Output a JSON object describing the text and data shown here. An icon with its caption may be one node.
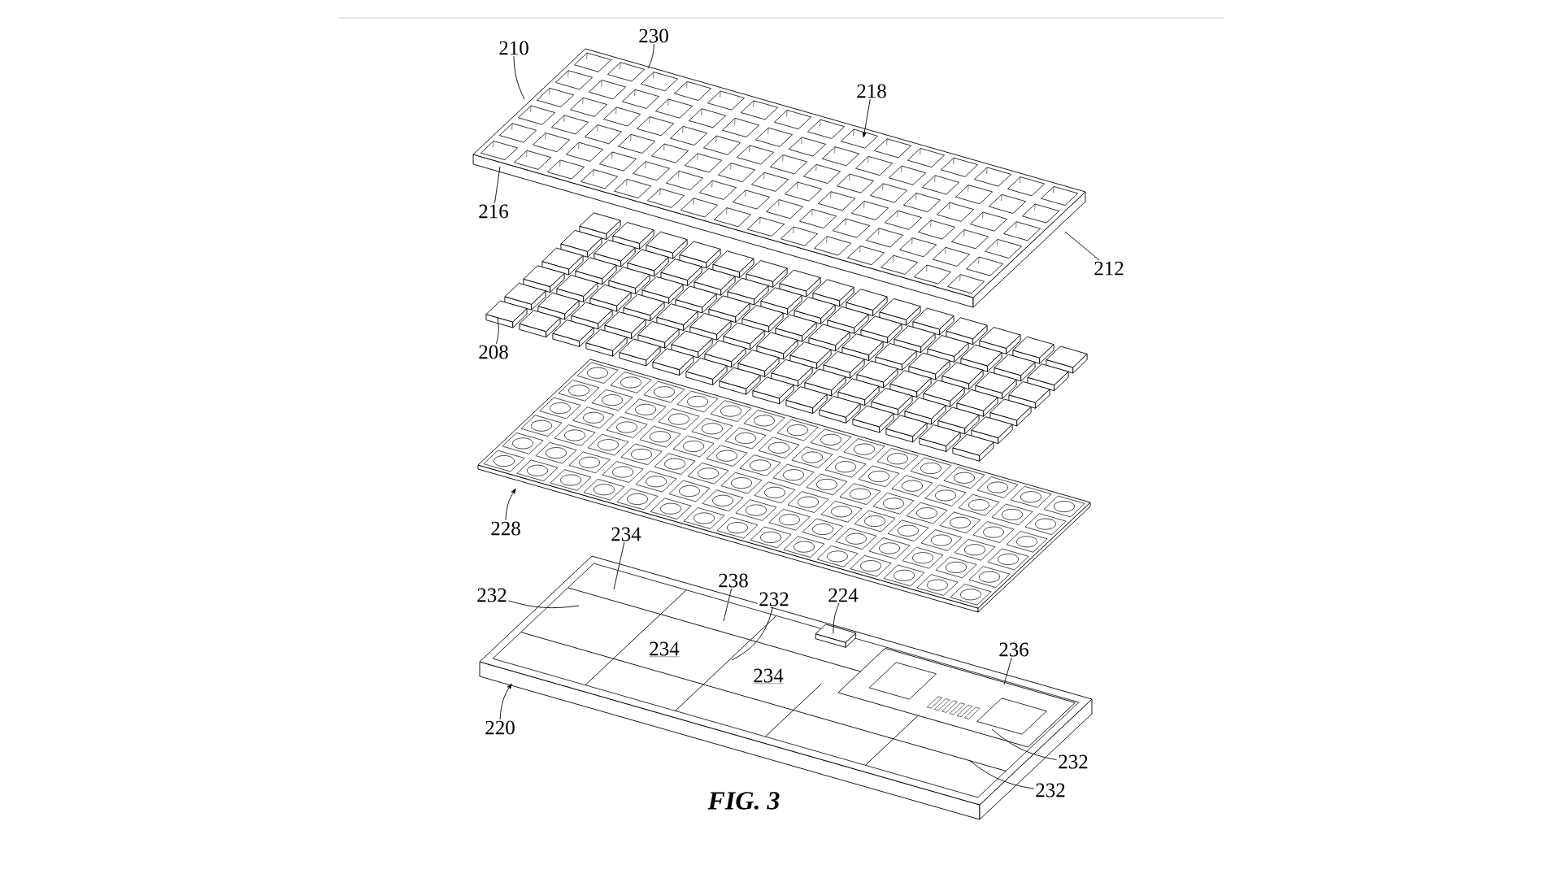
{
  "diagram": {
    "caption": "FIG. 3",
    "nodes": [
      {
        "text": [
          "230"
        ]
      },
      {
        "text": [
          "210"
        ]
      },
      {
        "text": [
          "218"
        ]
      },
      {
        "text": [
          "216"
        ]
      },
      {
        "text": [
          "212"
        ]
      },
      {
        "text": [
          "208"
        ]
      },
      {
        "text": [
          "228"
        ]
      },
      {
        "text": [
          "234"
        ]
      },
      {
        "text": [
          "238"
        ]
      },
      {
        "text": [
          "232"
        ]
      },
      {
        "text": [
          "224"
        ]
      },
      {
        "text": [
          "232"
        ]
      },
      {
        "text": [
          "236"
        ]
      },
      {
        "text": [
          "220"
        ]
      },
      {
        "text": [
          "232"
        ]
      },
      {
        "text": [
          "232"
        ]
      },
      {
        "text": [],
        "shape": "picture"
      },
      {
        "text": [],
        "shape": "picture"
      },
      {
        "text": [],
        "shape": "picture"
      },
      {
        "text": [],
        "shape": "picture"
      }
    ],
    "edges": [
      {
        "from": 0,
        "to": 16,
        "arrow": "none"
      },
      {
        "from": 1,
        "to": 16,
        "arrow": "none"
      },
      {
        "from": 2,
        "to": 16,
        "arrow": "to"
      },
      {
        "from": 3,
        "to": 16,
        "arrow": "none"
      },
      {
        "from": 4,
        "to": 16,
        "arrow": "none"
      },
      {
        "from": 5,
        "to": 17,
        "arrow": "none"
      },
      {
        "from": 6,
        "to": 18,
        "arrow": "to"
      },
      {
        "from": 7,
        "to": 19,
        "arrow": "none"
      },
      {
        "from": 8,
        "to": 19,
        "arrow": "none"
      },
      {
        "from": 9,
        "to": 19,
        "arrow": "none"
      },
      {
        "from": 10,
        "to": 19,
        "arrow": "none"
      },
      {
        "from": 11,
        "to": 19,
        "arrow": "none"
      },
      {
        "from": 12,
        "to": 19,
        "arrow": "none"
      },
      {
        "from": 13,
        "to": 19,
        "arrow": "to"
      },
      {
        "from": 14,
        "to": 19,
        "arrow": "none"
      },
      {
        "from": 15,
        "to": 19,
        "arrow": "none"
      }
    ],
    "labels": [
      "234",
      "234"
    ]
  }
}
